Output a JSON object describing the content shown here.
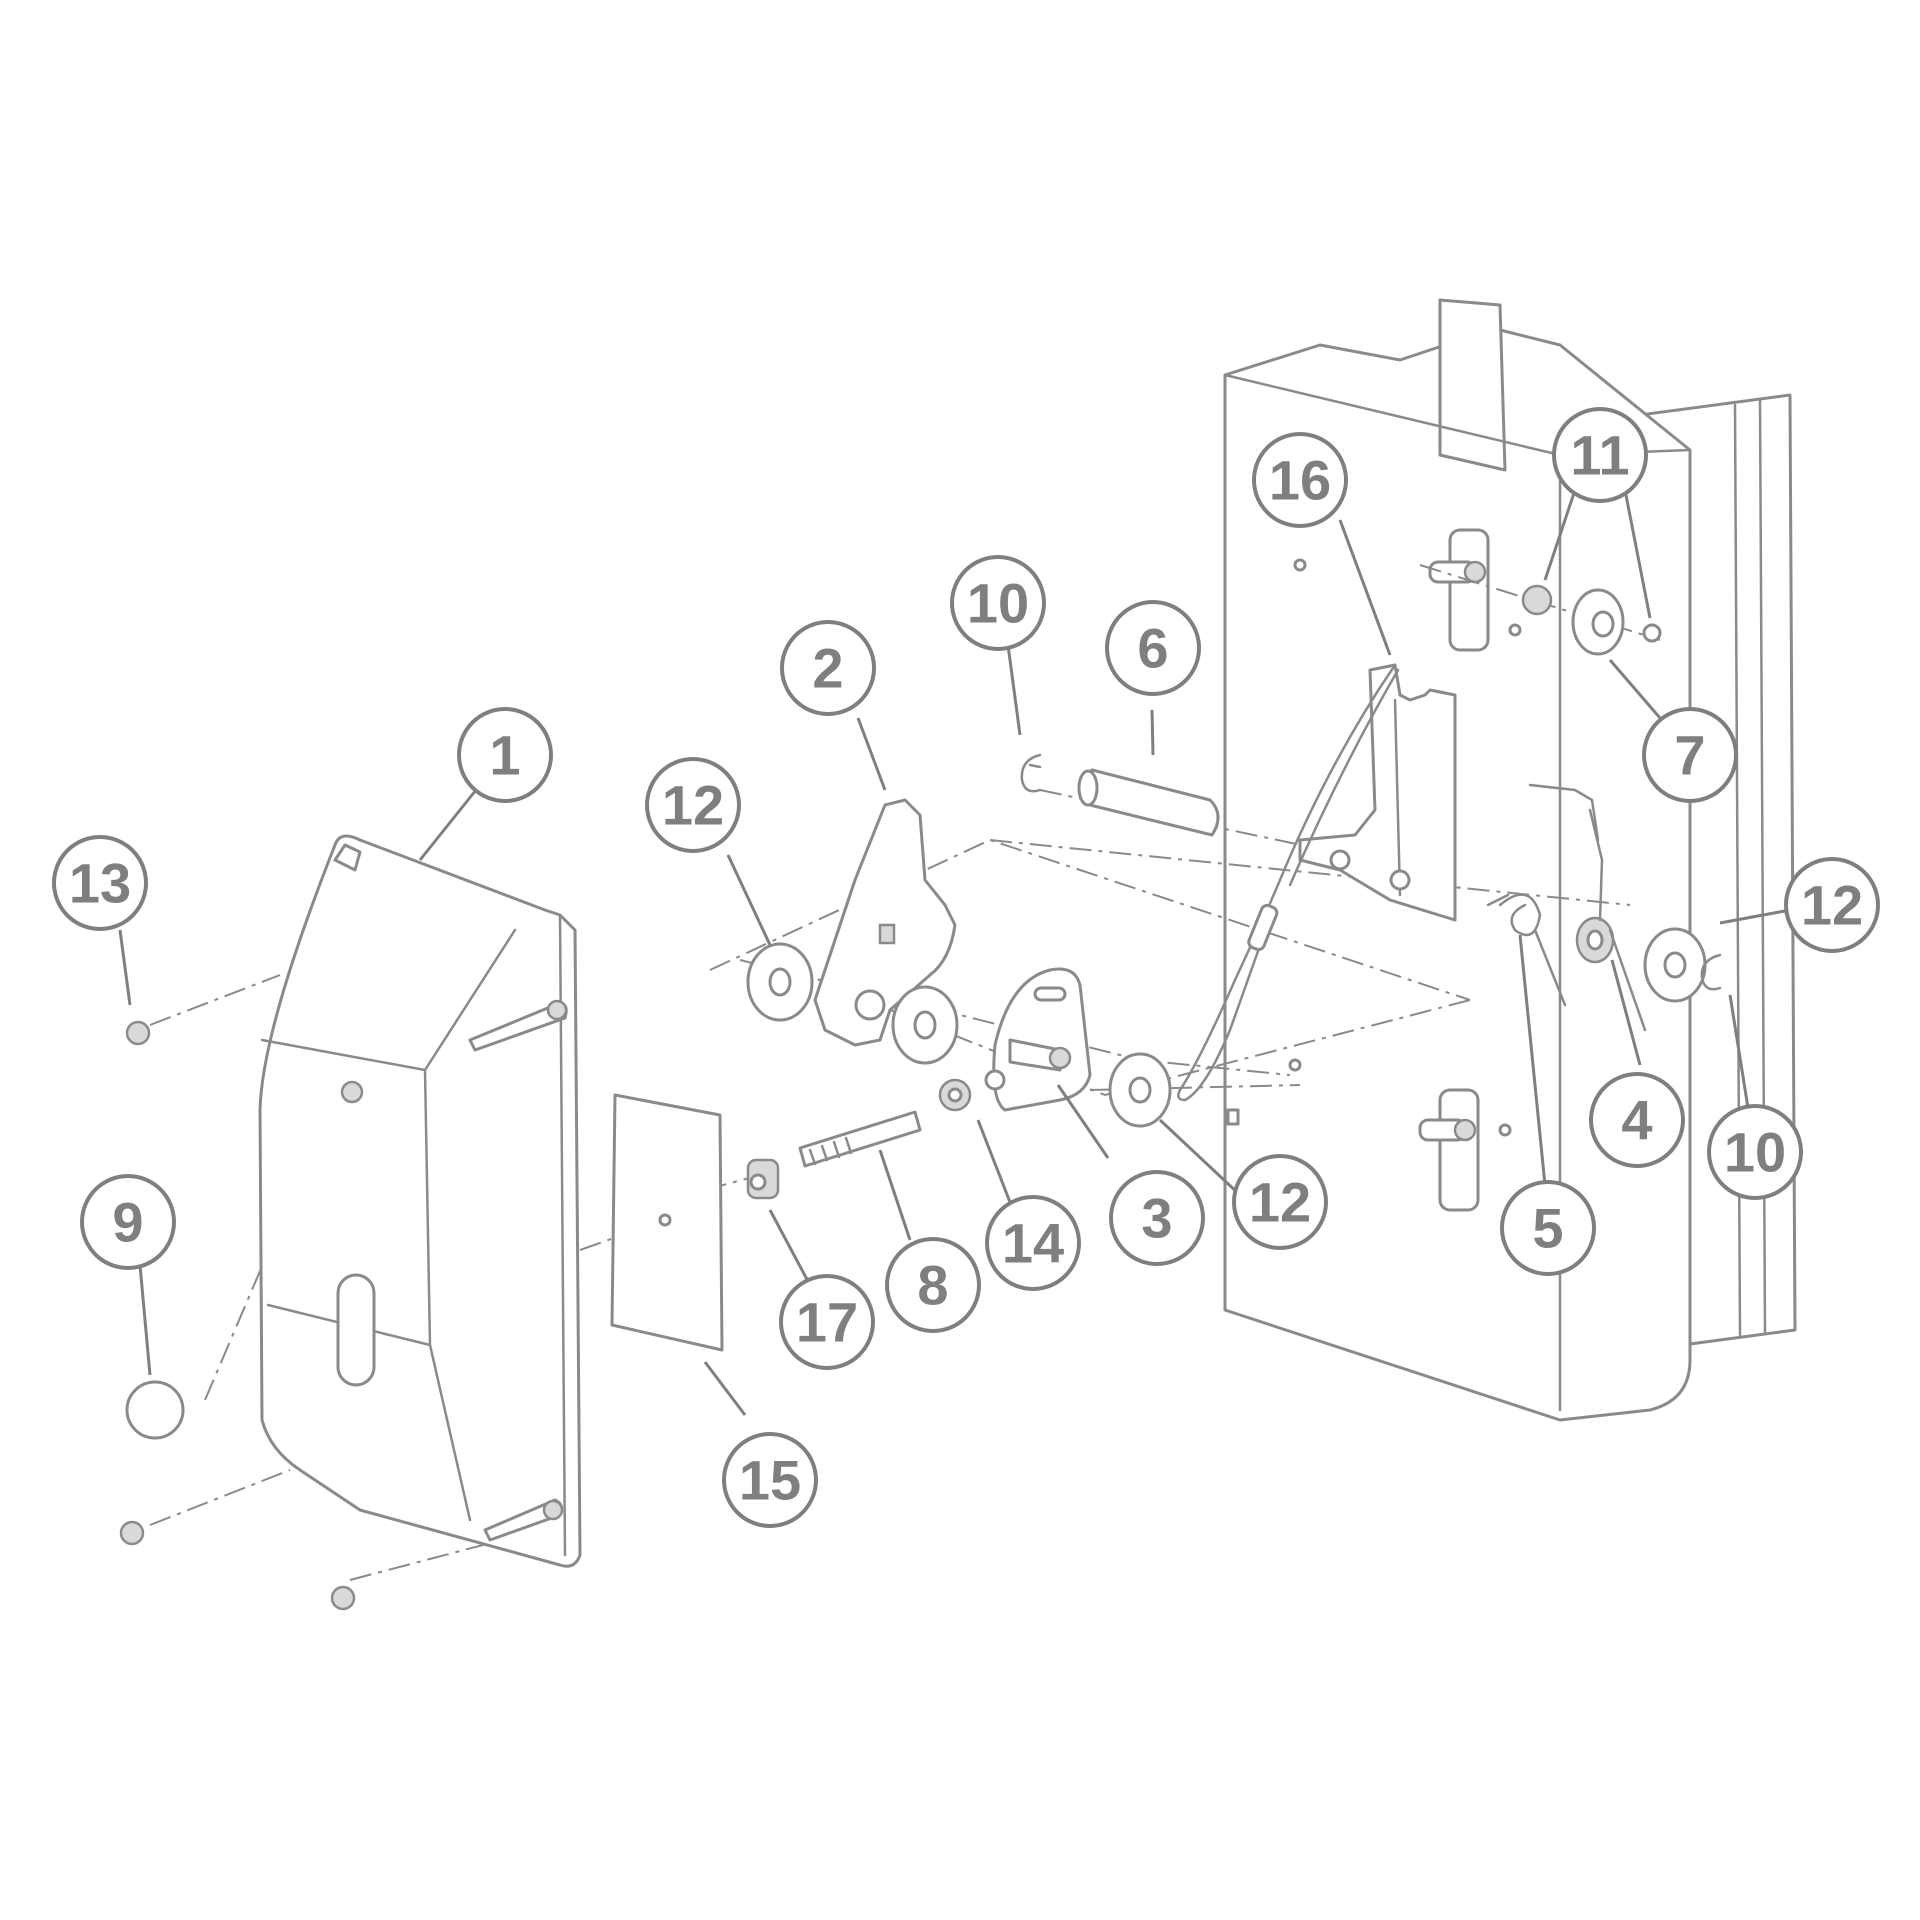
{
  "diagram": {
    "type": "exploded parts diagram",
    "line_color": "#8a8a8a",
    "callout_color": "#7f7f7f",
    "background": "#ffffff",
    "callouts": [
      {
        "id": "c1",
        "label": "1"
      },
      {
        "id": "c2",
        "label": "2"
      },
      {
        "id": "c3",
        "label": "3"
      },
      {
        "id": "c4",
        "label": "4"
      },
      {
        "id": "c5",
        "label": "5"
      },
      {
        "id": "c6",
        "label": "6"
      },
      {
        "id": "c7",
        "label": "7"
      },
      {
        "id": "c8",
        "label": "8"
      },
      {
        "id": "c9",
        "label": "9"
      },
      {
        "id": "c10a",
        "label": "10"
      },
      {
        "id": "c10b",
        "label": "10"
      },
      {
        "id": "c11",
        "label": "11"
      },
      {
        "id": "c12a",
        "label": "12"
      },
      {
        "id": "c12b",
        "label": "12"
      },
      {
        "id": "c12c",
        "label": "12"
      },
      {
        "id": "c13",
        "label": "13"
      },
      {
        "id": "c14",
        "label": "14"
      },
      {
        "id": "c15",
        "label": "15"
      },
      {
        "id": "c16",
        "label": "16"
      },
      {
        "id": "c17",
        "label": "17"
      }
    ]
  }
}
